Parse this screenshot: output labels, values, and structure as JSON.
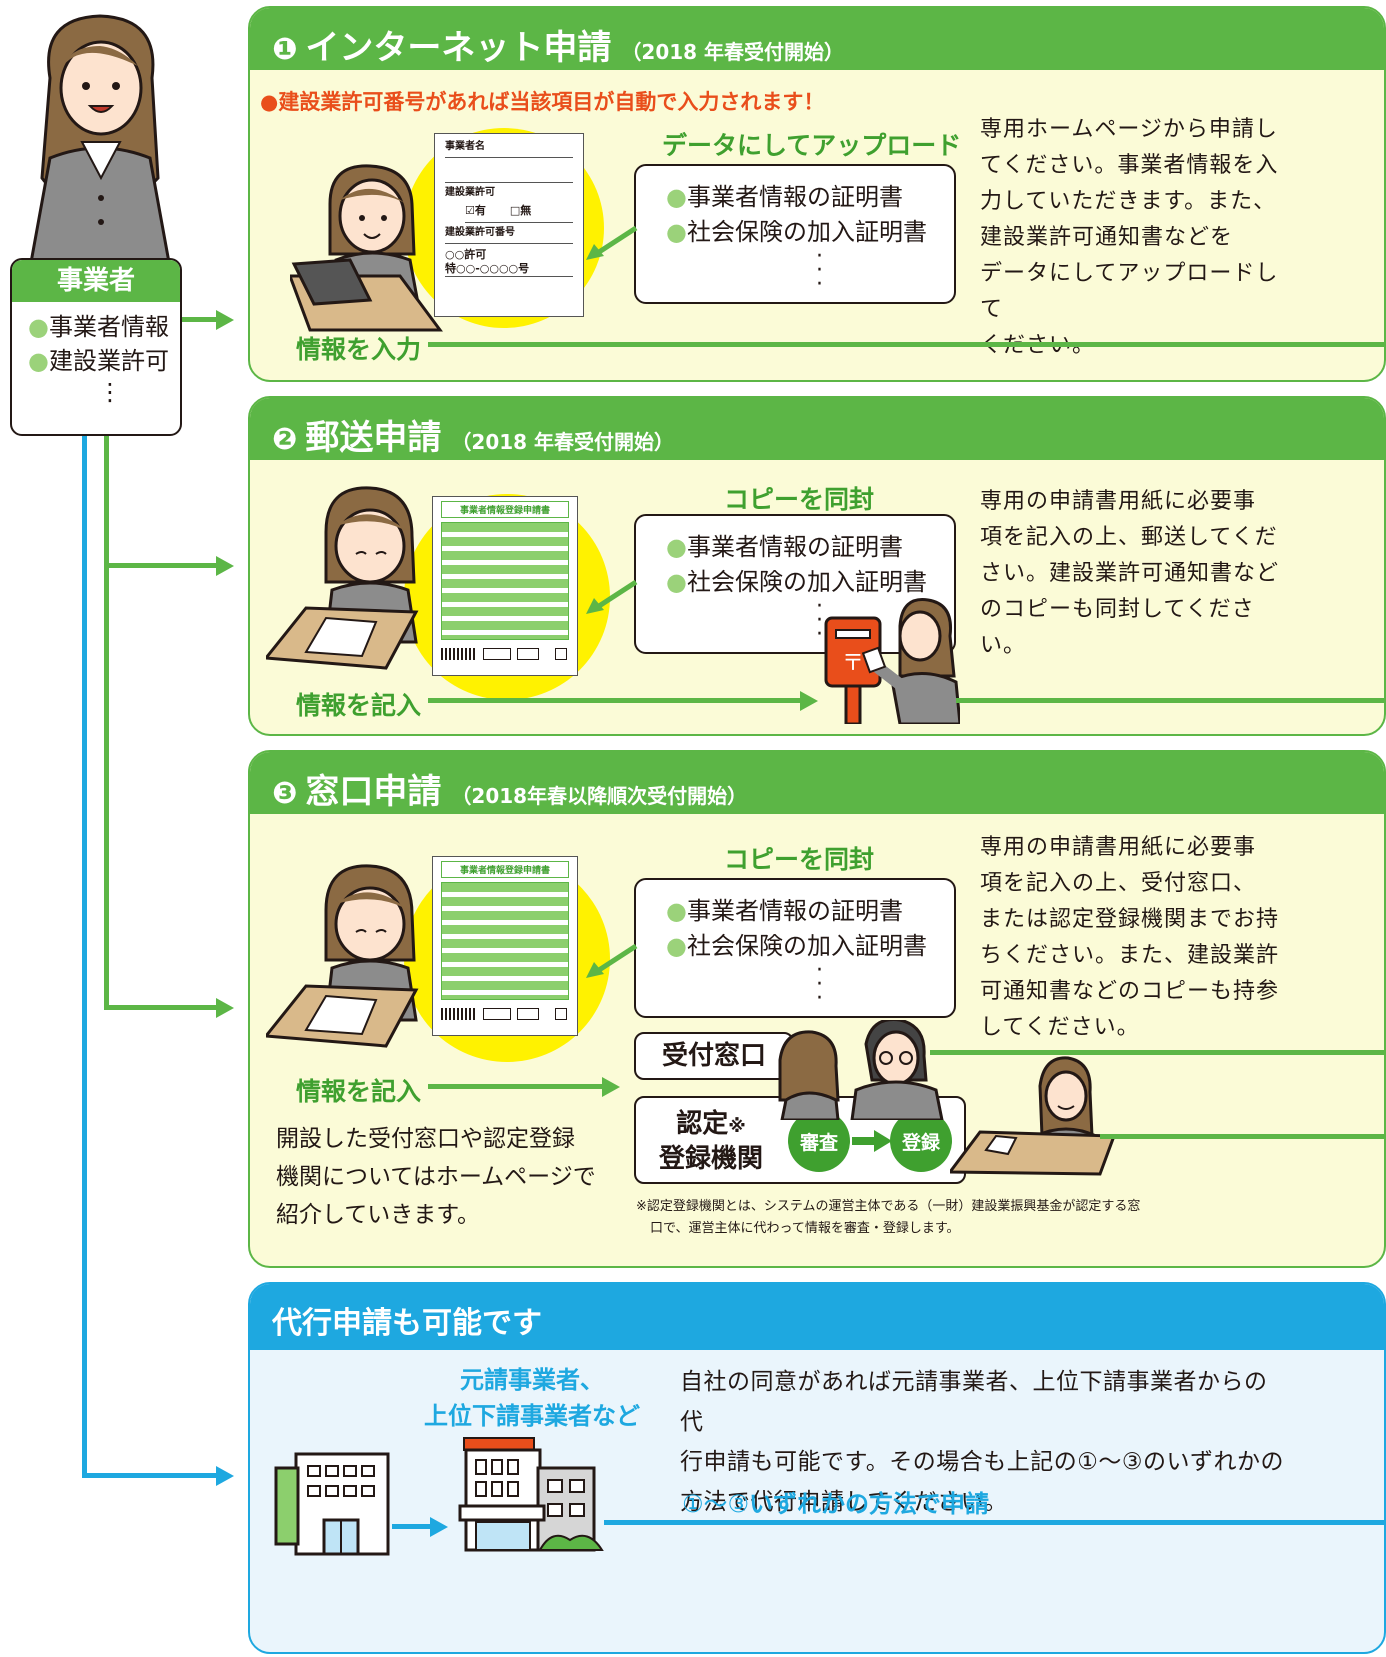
{
  "operator": {
    "title": "事業者",
    "items": [
      "事業者情報",
      "建設業許可"
    ],
    "more": "⋮"
  },
  "internet": {
    "num": "❶",
    "title": "インターネット申請",
    "sub": "（2018 年春受付開始）",
    "note": "●建設業許可番号があれば当該項目が自動で入力されます！",
    "upload_label": "データにしてアップロード",
    "docs": [
      "事業者情報の証明書",
      "社会保険の加入証明書"
    ],
    "input_label": "情報を入力",
    "form": {
      "name_label": "事業者名",
      "permit_label": "建設業許可",
      "check_yes": "☑有",
      "check_no": "□無",
      "permit_no_label": "建設業許可番号",
      "permit_line1": "○○許可",
      "permit_line2": "特○○-○○○○号"
    },
    "desc": [
      "専用ホームページから申請し",
      "てください。事業者情報を入",
      "力していただきます。また、",
      "建設業許可通知書などを",
      "データにしてアップロードして",
      "ください。"
    ]
  },
  "mail": {
    "num": "❷",
    "title": "郵送申請",
    "sub": "（2018 年春受付開始）",
    "copy_label": "コピーを同封",
    "docs": [
      "事業者情報の証明書",
      "社会保険の加入証明書"
    ],
    "fill_label": "情報を記入",
    "form_title": "事業者情報登録申請書",
    "desc": [
      "専用の申請書用紙に必要事",
      "項を記入の上、郵送してくだ",
      "さい。建設業許可通知書など",
      "のコピーも同封してください。"
    ]
  },
  "window": {
    "num": "❸",
    "title": "窓口申請",
    "sub": "（2018年春以降順次受付開始）",
    "copy_label": "コピーを同封",
    "docs": [
      "事業者情報の証明書",
      "社会保険の加入証明書"
    ],
    "fill_label": "情報を記入",
    "form_title": "事業者情報登録申請書",
    "reception": "受付窓口",
    "cert_line1": "認定",
    "cert_mark": "※",
    "cert_line2": "登録機関",
    "review": "審査",
    "register": "登録",
    "left_note": [
      "開設した受付窓口や認定登録",
      "機関についてはホームページで",
      "紹介していきます。"
    ],
    "footnote": [
      "※認定登録機関とは、システムの運営主体である（一財）建設業振興基金が認定する窓",
      "口で、運営主体に代わって情報を審査・登録します。"
    ],
    "desc": [
      "専用の申請書用紙に必要事",
      "項を記入の上、受付窓口、",
      "または認定登録機関までお持",
      "ちください。また、建設業許",
      "可通知書などのコピーも持参",
      "してください。"
    ]
  },
  "proxy": {
    "title": "代行申請も可能です",
    "who": [
      "元請事業者、",
      "上位下請事業者など"
    ],
    "desc": [
      "自社の同意があれば元請事業者、上位下請事業者からの代",
      "行申請も可能です。その場合も上記の①〜③のいずれかの",
      "方法で代行申請してください。"
    ],
    "method_prefix": "①〜③",
    "method_suffix": "いずれかの方法で申請"
  }
}
